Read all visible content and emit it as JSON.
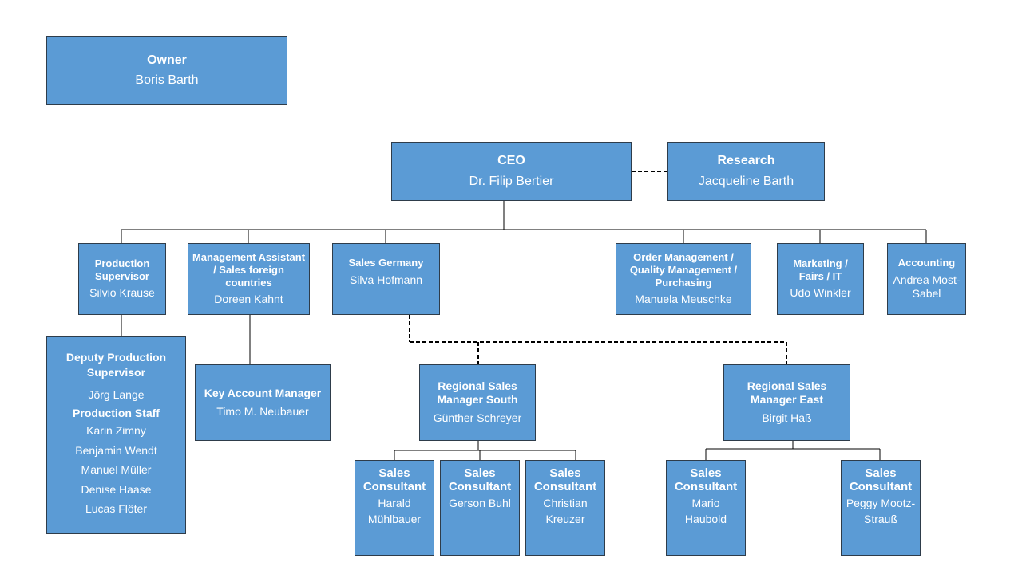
{
  "owner": {
    "title": "Owner",
    "name": "Boris Barth"
  },
  "ceo": {
    "title": "CEO",
    "name": "Dr. Filip Bertier"
  },
  "research": {
    "title": "Research",
    "name": "Jacqueline Barth"
  },
  "production_supervisor": {
    "title": "Production Supervisor",
    "name": "Silvio Krause"
  },
  "management_assistant": {
    "title": "Management Assistant / Sales foreign countries",
    "name": "Doreen Kahnt"
  },
  "sales_germany": {
    "title": "Sales Germany",
    "name": "Silva Hofmann"
  },
  "order_management": {
    "title": "Order Management / Quality Management / Purchasing",
    "name": "Manuela Meuschke"
  },
  "marketing": {
    "title": "Marketing / Fairs / IT",
    "name": "Udo Winkler"
  },
  "accounting": {
    "title": "Accounting",
    "name": "Andrea Most-Sabel"
  },
  "deputy_production": {
    "title": "Deputy Production Supervisor",
    "name": "Jörg Lange",
    "staff_title": "Production Staff",
    "staff": [
      "Karin Zimny",
      "Benjamin Wendt",
      "Manuel Müller",
      "Denise Haase",
      "Lucas Flöter"
    ]
  },
  "key_account": {
    "title": "Key Account Manager",
    "name": "Timo M. Neubauer"
  },
  "regional_south": {
    "title": "Regional Sales Manager South",
    "name": "Günther Schreyer"
  },
  "regional_east": {
    "title": "Regional Sales Manager East",
    "name": "Birgit Haß"
  },
  "consultants_south": [
    {
      "title": "Sales Consultant",
      "name": "Harald Mühlbauer"
    },
    {
      "title": "Sales Consultant",
      "name": "Gerson Buhl"
    },
    {
      "title": "Sales Consultant",
      "name": "Christian Kreuzer"
    }
  ],
  "consultants_east": [
    {
      "title": "Sales Consultant",
      "name": "Mario Haubold"
    },
    {
      "title": "Sales Consultant",
      "name": "Peggy Mootz-Strauß"
    }
  ],
  "colors": {
    "box_fill": "#5b9bd5",
    "box_border": "#2e3c4a",
    "line": "#000000",
    "text": "#ffffff"
  }
}
